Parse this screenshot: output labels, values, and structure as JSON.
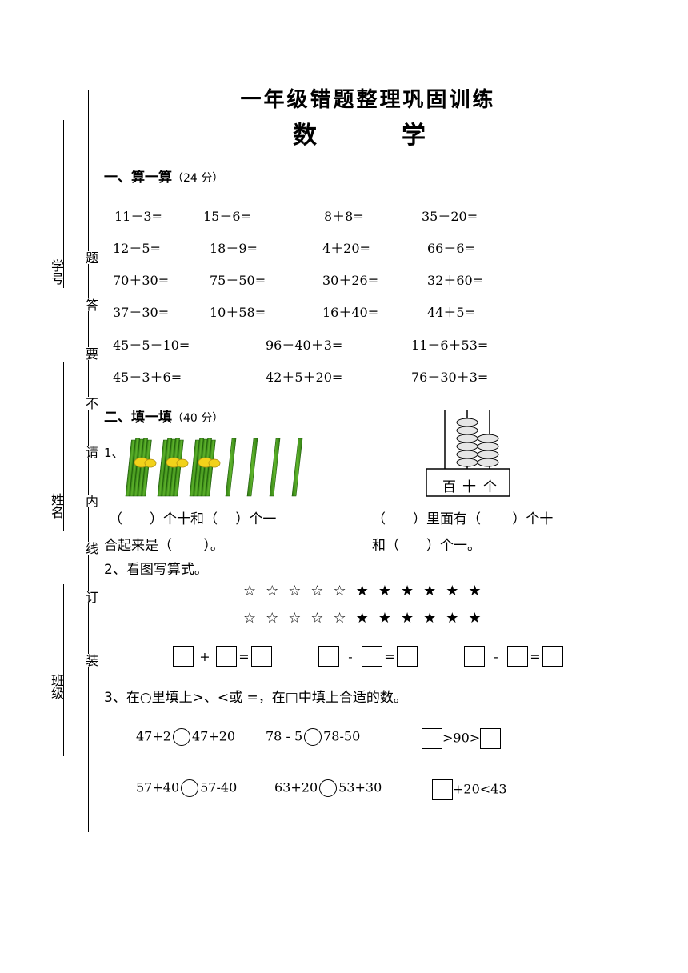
{
  "margin": {
    "labels": {
      "xuehao": "学号",
      "xingming": "姓名",
      "banji": "班级"
    },
    "warning_chars": [
      "题",
      "答",
      "要",
      "不",
      "请",
      "内",
      "线",
      "订",
      "装"
    ]
  },
  "header": {
    "title": "一年级错题整理巩固训练",
    "subject": "数　学"
  },
  "section1": {
    "heading": "一、算一算",
    "points": "（24 分）",
    "rows": [
      [
        "11－3=",
        "15－6=",
        "8＋8=",
        "35－20="
      ],
      [
        "12－5=",
        "18－9=",
        "4＋20=",
        "66－6="
      ],
      [
        "70＋30=",
        "75－50=",
        "30＋26=",
        "32＋60="
      ],
      [
        "37－30=",
        "10＋58=",
        "16＋40=",
        "44＋5="
      ],
      [
        "45－5－10=",
        "96－40＋3=",
        "11－6＋53="
      ],
      [
        "45－3＋6=",
        "42＋5＋20=",
        "76－30＋3="
      ]
    ]
  },
  "section2": {
    "heading": "二、填一填",
    "points": "（40 分）",
    "q1_num": "1、",
    "q1_left_line1": "（　　）个十和（　 ）个一",
    "q1_left_line2": "合起来是（　　 ）。",
    "q1_right_line1": "（　　）里面有（　　 ）个十",
    "q1_right_line2": "和（　　）个一。",
    "abacus_labels": [
      "百",
      "十",
      "个"
    ],
    "abacus_beads": {
      "tens": 6,
      "ones": 4
    },
    "bundles": 3,
    "singles": 4,
    "q2": "2、看图写算式。",
    "stars_row": "☆☆☆☆☆★★★★★★",
    "eq_ops": [
      [
        "+",
        "="
      ],
      [
        "-",
        "="
      ],
      [
        "-",
        "="
      ]
    ],
    "q3": "3、在○里填上>、<或 =，在□中填上合适的数。",
    "cmp_row1": [
      "47+2",
      "47+20",
      "78 - 5",
      "78-50",
      ">90>"
    ],
    "cmp_row2": [
      "57+40",
      "57-40",
      "63+20",
      "53+30",
      "+20<43"
    ]
  }
}
